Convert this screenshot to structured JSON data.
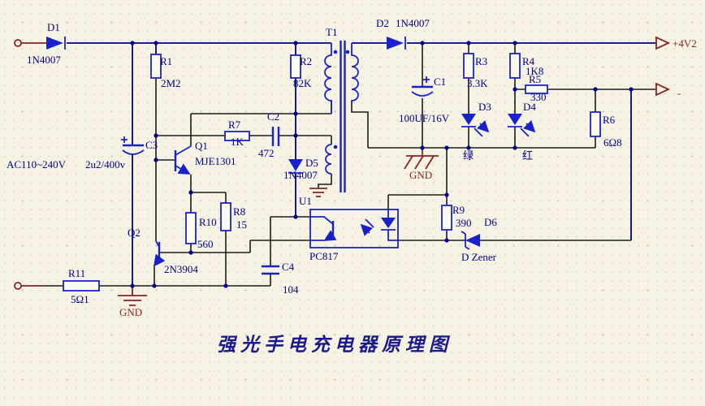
{
  "title": "强光手电充电器原理图",
  "input": {
    "ac_label": "AC110~240V"
  },
  "terminals": {
    "positive": "+4V2",
    "negative": "-"
  },
  "transformer": {
    "ref": "T1"
  },
  "optocoupler": {
    "ref": "U1",
    "part": "PC817"
  },
  "grounds": {
    "primary": "GND",
    "secondary": "GND"
  },
  "components": {
    "d1": {
      "ref": "D1",
      "value": "1N4007"
    },
    "d2": {
      "ref": "D2",
      "value": "1N4007"
    },
    "d3": {
      "ref": "D3",
      "color_label": "绿"
    },
    "d4": {
      "ref": "D4",
      "color_label": "红"
    },
    "d5": {
      "ref": "D5",
      "value": "1N4007"
    },
    "d6": {
      "ref": "D6",
      "value": "D Zener"
    },
    "r1": {
      "ref": "R1",
      "value": "2M2"
    },
    "r2": {
      "ref": "R2",
      "value": "82K"
    },
    "r3": {
      "ref": "R3",
      "value": "3.3K"
    },
    "r4": {
      "ref": "R4",
      "value": "1K8"
    },
    "r5": {
      "ref": "R5",
      "value": "330"
    },
    "r6": {
      "ref": "R6",
      "value": "6Ω8"
    },
    "r7": {
      "ref": "R7",
      "value": "1K"
    },
    "r8": {
      "ref": "R8",
      "value": "15"
    },
    "r9": {
      "ref": "R9",
      "value": "390"
    },
    "r10": {
      "ref": "R10",
      "value": "560"
    },
    "r11": {
      "ref": "R11",
      "value": "5Ω1"
    },
    "c1": {
      "ref": "C1",
      "value": "100UF/16V"
    },
    "c2": {
      "ref": "C2",
      "value": "472"
    },
    "c3": {
      "ref": "C3",
      "value": "2u2/400v"
    },
    "c4": {
      "ref": "C4",
      "value": "104"
    },
    "q1": {
      "ref": "Q1",
      "value": "MJE1301"
    },
    "q2": {
      "ref": "Q2",
      "value": "2N3904"
    }
  },
  "colors": {
    "background": "#f7f3e4",
    "wire": "#1c1c1c",
    "bus": "#00008b",
    "component": "#1822cc",
    "label": "#00008b",
    "accent": "#8b2222"
  }
}
